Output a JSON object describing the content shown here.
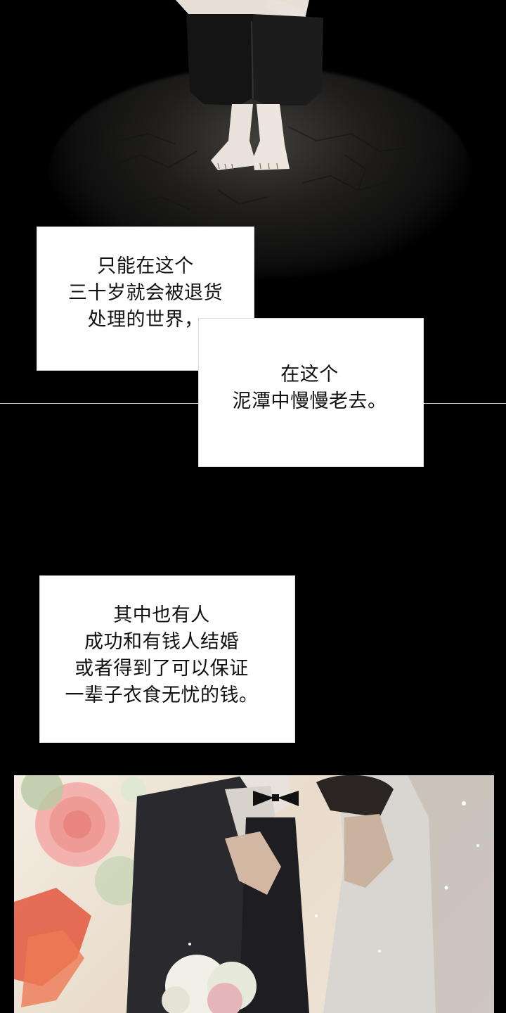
{
  "captions": {
    "box1": {
      "lines": [
        "只能在这个",
        "三十岁就会被退货",
        "处理的世界，"
      ]
    },
    "box2": {
      "lines": [
        "在这个",
        "泥潭中慢慢老去。"
      ]
    },
    "box3": {
      "lines": [
        "其中也有人",
        "成功和有钱人结婚",
        "或者得到了可以保证",
        "一辈子衣食无忧的钱。"
      ]
    }
  },
  "colors": {
    "background": "#000000",
    "caption_bg": "#ffffff",
    "caption_text": "#111111",
    "suit": "#2a2a2e",
    "dress": "#d9d6d2",
    "peony_pink": "#f2a1a0",
    "accent_red": "#e2573d"
  }
}
